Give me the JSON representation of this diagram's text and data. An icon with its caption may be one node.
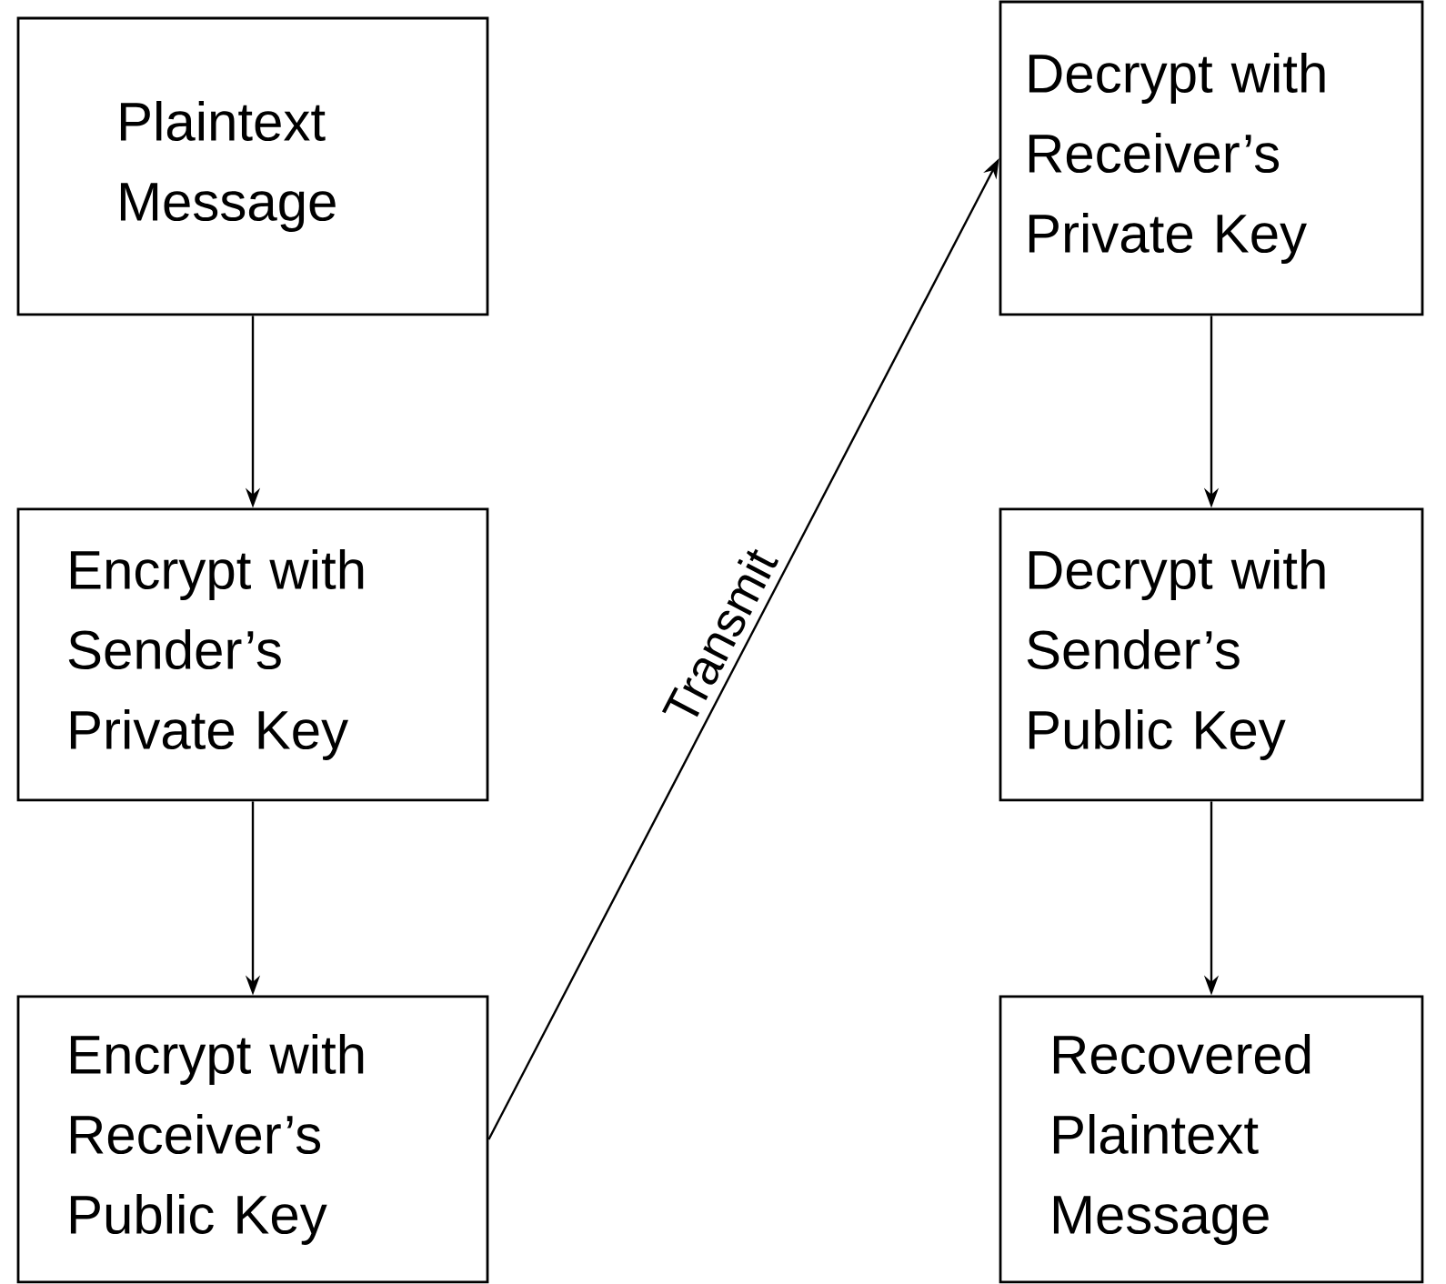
{
  "diagram": {
    "nodes": [
      {
        "text": [
          "Plaintext Message"
        ]
      },
      {
        "text": [
          "Encrypt with Sender’s Private Key"
        ]
      },
      {
        "text": [
          "Encrypt with Receiver’s Public Key"
        ]
      },
      {
        "text": [
          "Decrypt with Receiver’s Private Key"
        ]
      },
      {
        "text": [
          "Decrypt with Sender’s Public Key"
        ]
      },
      {
        "text": [
          "Recovered Plaintext Message"
        ]
      }
    ],
    "edges": [
      {
        "from": 0,
        "to": 1,
        "arrow": "to"
      },
      {
        "from": 1,
        "to": 2,
        "arrow": "to"
      },
      {
        "from": 2,
        "to": 3,
        "arrow": "to",
        "label": "Transmit"
      },
      {
        "from": 3,
        "to": 4,
        "arrow": "to"
      },
      {
        "from": 4,
        "to": 5,
        "arrow": "to"
      }
    ]
  }
}
